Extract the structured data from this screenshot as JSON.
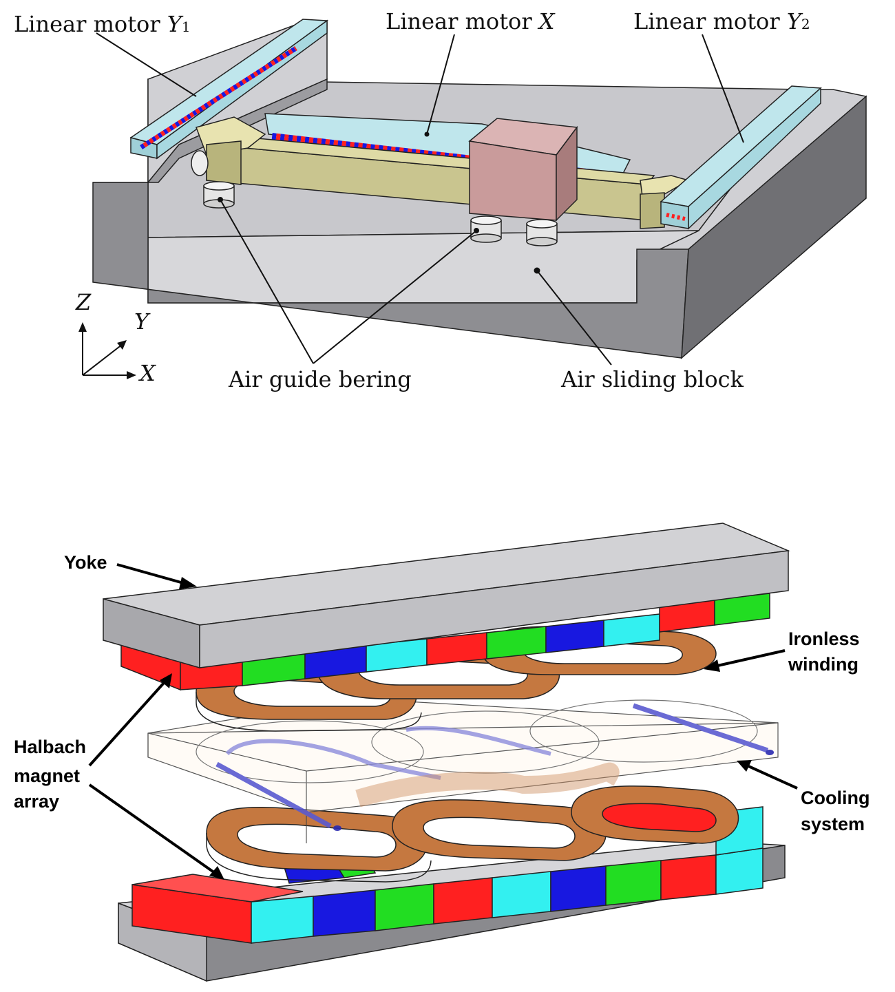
{
  "top_diagram": {
    "labels": {
      "linear_motor_y1": "Linear motor",
      "linear_motor_y1_var": "Y",
      "linear_motor_y1_sub": "1",
      "linear_motor_x": "Linear motor",
      "linear_motor_x_var": "X",
      "linear_motor_y2": "Linear motor",
      "linear_motor_y2_var": "Y",
      "linear_motor_y2_sub": "2",
      "air_guide_bearing": "Air guide bering",
      "air_sliding_block": "Air sliding block"
    },
    "axes": {
      "z": "Z",
      "y": "Y",
      "x": "X"
    }
  },
  "bottom_diagram": {
    "labels": {
      "yoke": "Yoke",
      "ironless_winding_1": "Ironless",
      "ironless_winding_2": "winding",
      "halbach_1": "Halbach",
      "halbach_2": "magnet",
      "halbach_3": "array",
      "cooling_1": "Cooling",
      "cooling_2": "system"
    }
  },
  "colors": {
    "base_gray": "#8e8e92",
    "base_top": "#c8c8cc",
    "rail_blue": "#bfe6ec",
    "beam_olive": "#c9c58f",
    "slider_pink": "#c99b9b",
    "magnet_red": "#ff2020",
    "magnet_blue": "#1818e0",
    "magnet_green": "#22dd22",
    "magnet_cyan": "#33f0f0",
    "coil_copper": "#b5652a",
    "yoke_gray": "#c9c9cc"
  }
}
